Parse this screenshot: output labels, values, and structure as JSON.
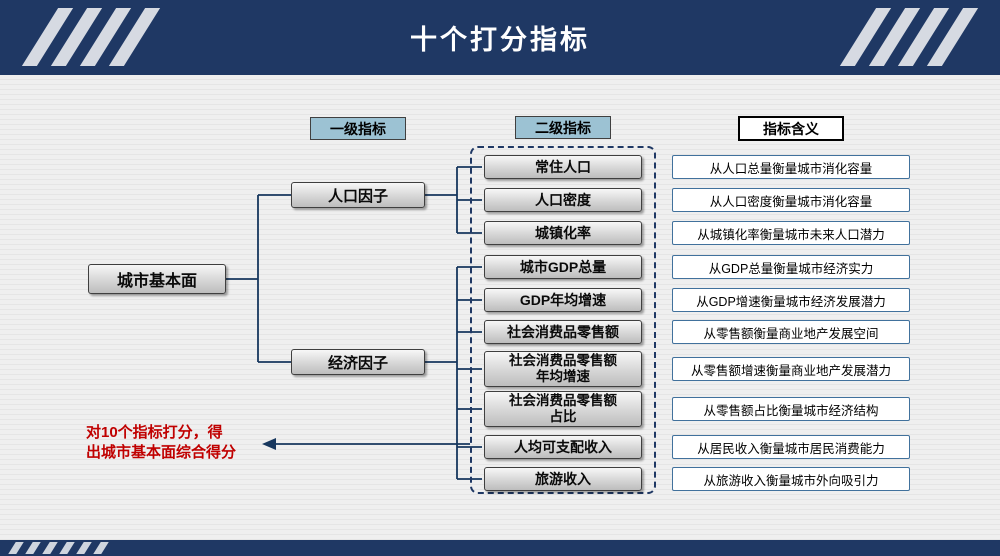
{
  "header": {
    "title": "十个打分指标"
  },
  "columns": {
    "level1": "一级指标",
    "level2": "二级指标",
    "meaning": "指标含义"
  },
  "root": {
    "label": "城市基本面"
  },
  "factors": [
    {
      "label": "人口因子"
    },
    {
      "label": "经济因子"
    }
  ],
  "indicators": [
    {
      "label": "常住人口",
      "meaning": "从人口总量衡量城市消化容量"
    },
    {
      "label": "人口密度",
      "meaning": "从人口密度衡量城市消化容量"
    },
    {
      "label": "城镇化率",
      "meaning": "从城镇化率衡量城市未来人口潜力"
    },
    {
      "label": "城市GDP总量",
      "meaning": "从GDP总量衡量城市经济实力"
    },
    {
      "label": "GDP年均增速",
      "meaning": "从GDP增速衡量城市经济发展潜力"
    },
    {
      "label": "社会消费品零售额",
      "meaning": "从零售额衡量商业地产发展空间"
    },
    {
      "label": "社会消费品零售额\n年均增速",
      "meaning": "从零售额增速衡量商业地产发展潜力"
    },
    {
      "label": "社会消费品零售额\n占比",
      "meaning": "从零售额占比衡量城市经济结构"
    },
    {
      "label": "人均可支配收入",
      "meaning": "从居民收入衡量城市居民消费能力"
    },
    {
      "label": "旅游收入",
      "meaning": "从旅游收入衡量城市外向吸引力"
    }
  ],
  "note": {
    "text": "对10个指标打分，得\n出城市基本面综合得分"
  },
  "colors": {
    "header_bg": "#1F3864",
    "stripe": "#D6DAE2",
    "level_box_blue": "#9CC2D3",
    "connector": "#17375E",
    "meaning_border": "#41719C",
    "note_red": "#C00000"
  }
}
